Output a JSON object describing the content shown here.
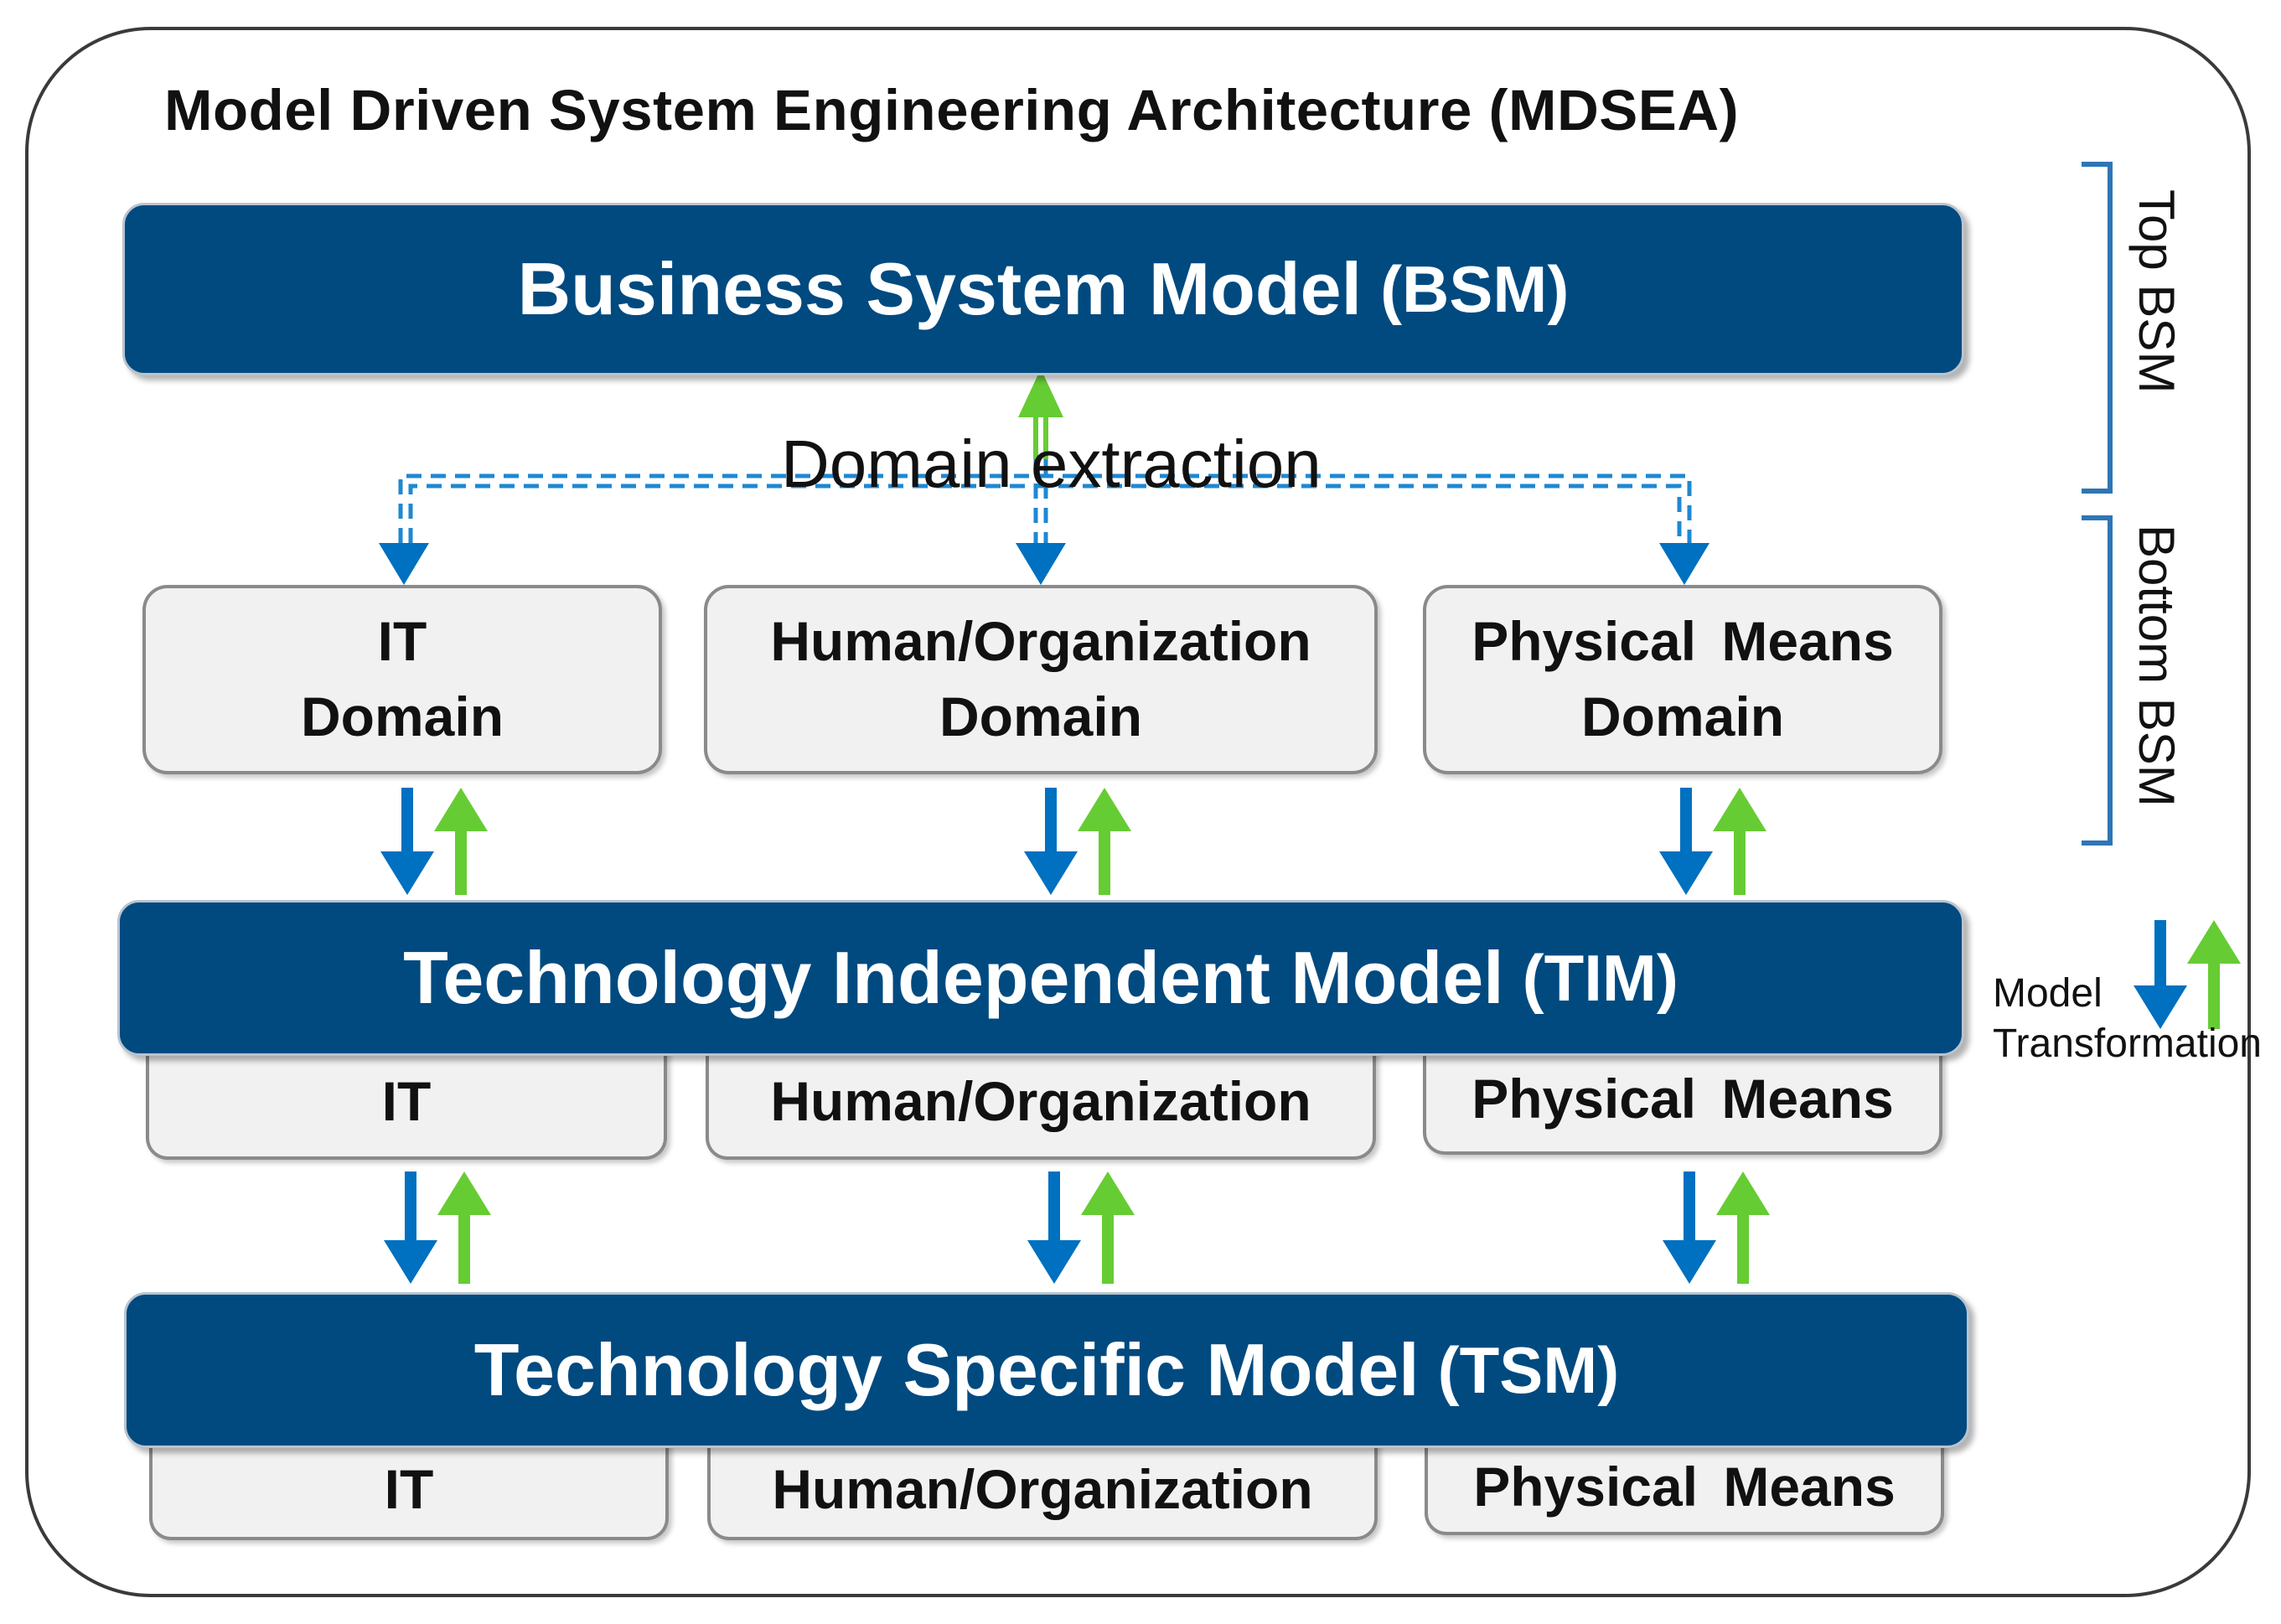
{
  "title": "Model Driven System Engineering Architecture (MDSEA)",
  "bsm": {
    "name": "Business System Model",
    "abbr": "(BSM)"
  },
  "domain_extraction": "Domain extraction",
  "domains": [
    {
      "line1": "IT",
      "line2": "Domain"
    },
    {
      "line1": "Human/Organization",
      "line2": "Domain"
    },
    {
      "line1": "Physical Means",
      "line2": "Domain"
    }
  ],
  "tim": {
    "name": "Technology Independent Model",
    "abbr": "(TIM)",
    "parts": [
      "IT",
      "Human/Organization",
      "Physical Means"
    ]
  },
  "tsm": {
    "name": "Technology Specific Model",
    "abbr": "(TSM)",
    "parts": [
      "IT",
      "Human/Organization",
      "Physical Means"
    ]
  },
  "brackets": {
    "top": "Top BSM",
    "bottom": "Bottom BSM"
  },
  "legend": {
    "line1": "Model",
    "line2": "Transformation"
  },
  "colors": {
    "band": "#004A80",
    "down_arrow": "#0070C0",
    "up_arrow": "#66CC33",
    "dashed": "#1E88D2",
    "bracket": "#2E75B6"
  }
}
